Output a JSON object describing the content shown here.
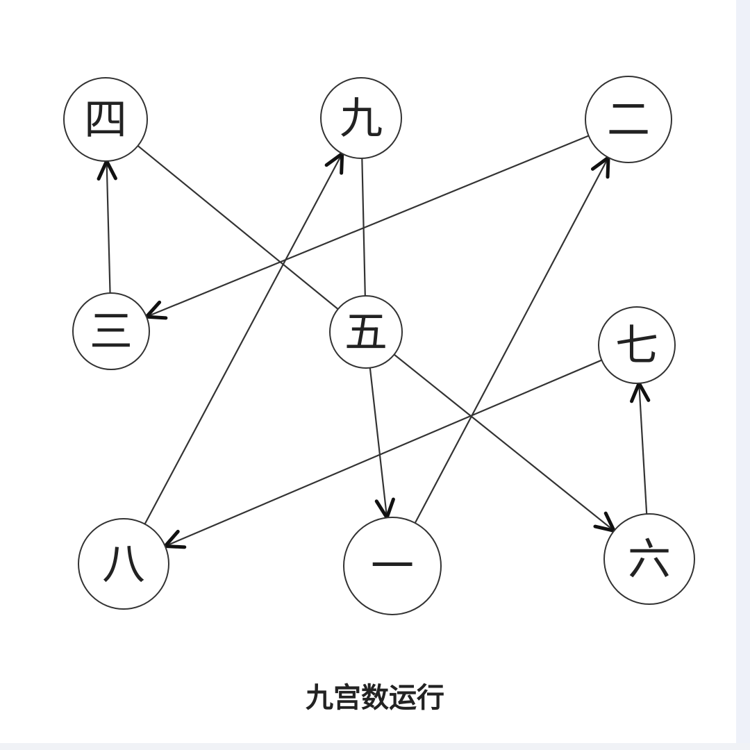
{
  "diagram": {
    "caption": "九宫数运行",
    "nodes": [
      {
        "id": "4",
        "label": "四"
      },
      {
        "id": "9",
        "label": "九"
      },
      {
        "id": "2",
        "label": "二"
      },
      {
        "id": "3",
        "label": "三"
      },
      {
        "id": "5",
        "label": "五"
      },
      {
        "id": "7",
        "label": "七"
      },
      {
        "id": "8",
        "label": "八"
      },
      {
        "id": "1",
        "label": "一"
      },
      {
        "id": "6",
        "label": "六"
      }
    ],
    "edges": [
      {
        "from": "5",
        "to": "6",
        "arrow": true
      },
      {
        "from": "6",
        "to": "7",
        "arrow": true
      },
      {
        "from": "7",
        "to": "8",
        "arrow": true
      },
      {
        "from": "8",
        "to": "9",
        "arrow": true
      },
      {
        "from": "9",
        "to": "5",
        "arrow": false
      },
      {
        "from": "5",
        "to": "1",
        "arrow": true
      },
      {
        "from": "1",
        "to": "2",
        "arrow": true
      },
      {
        "from": "2",
        "to": "3",
        "arrow": true
      },
      {
        "from": "3",
        "to": "4",
        "arrow": true
      },
      {
        "from": "5",
        "to": "4",
        "arrow": false
      }
    ]
  }
}
